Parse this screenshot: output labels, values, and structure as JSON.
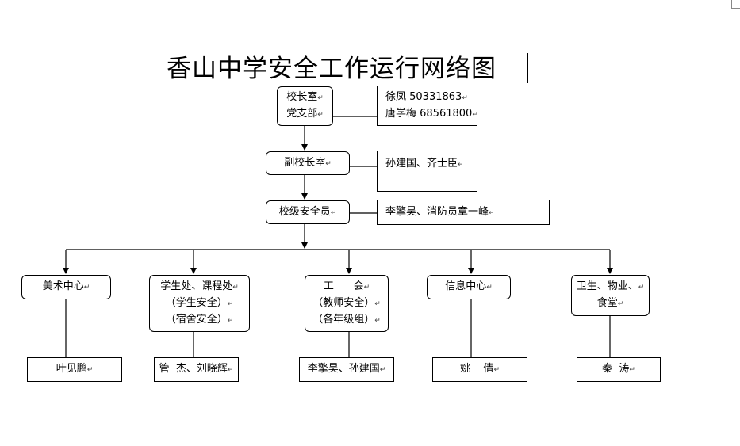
{
  "title": "香山中学安全工作运行网络图",
  "return_mark": "↵",
  "nodes": {
    "principal": [
      "校长室",
      "党支部"
    ],
    "principal_contacts": [
      "徐凤 50331863",
      "唐学梅 68561800"
    ],
    "vice_principal": "副校长室",
    "vice_contacts": "孙建国、齐士臣",
    "safety_officer": "校级安全员",
    "safety_contacts": "李擎昊、消防员章一峰",
    "departments": [
      {
        "lines": [
          "美术中心"
        ],
        "person": "叶见鹏"
      },
      {
        "lines": [
          "学生处、课程处",
          "（学生安全）",
          "（宿舍安全）"
        ],
        "person": "管  杰、刘晓辉"
      },
      {
        "lines": [
          "工      会",
          "（教师安全）",
          "（各年级组）"
        ],
        "person": "李擎昊、孙建国"
      },
      {
        "lines": [
          "信息中心"
        ],
        "person": "姚    倩"
      },
      {
        "lines": [
          "卫生、物业、",
          "食堂"
        ],
        "person": "秦  涛"
      }
    ]
  }
}
